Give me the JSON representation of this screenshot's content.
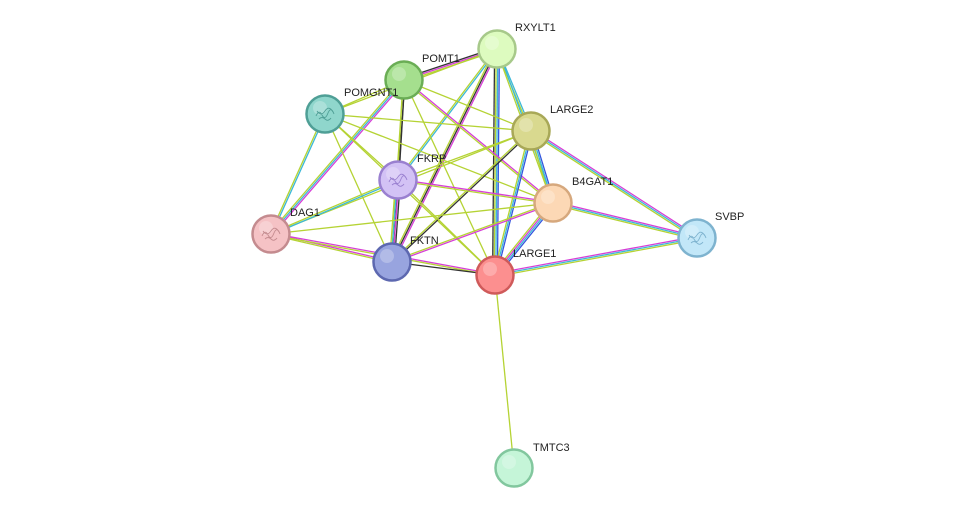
{
  "network": {
    "nodes": [
      {
        "id": "RXYLT1",
        "label": "RXYLT1",
        "fill": "#ddfbbf",
        "stroke": "#a7c98a",
        "icon": "none"
      },
      {
        "id": "POMT1",
        "label": "POMT1",
        "fill": "#a5df8e",
        "stroke": "#6aad55",
        "icon": "none"
      },
      {
        "id": "POMGNT1",
        "label": "POMGNT1",
        "fill": "#8fd6cc",
        "stroke": "#4f9f96",
        "icon": "protein-structure-icon"
      },
      {
        "id": "LARGE2",
        "label": "LARGE2",
        "fill": "#d9d98f",
        "stroke": "#a8a857",
        "icon": "none"
      },
      {
        "id": "FKRP",
        "label": "FKRP",
        "fill": "#d3c2f5",
        "stroke": "#9a80d0",
        "icon": "protein-structure-icon"
      },
      {
        "id": "B4GAT1",
        "label": "B4GAT1",
        "fill": "#fcd8b5",
        "stroke": "#d6a87d",
        "icon": "none"
      },
      {
        "id": "DAG1",
        "label": "DAG1",
        "fill": "#f5c2c5",
        "stroke": "#c48b8f",
        "icon": "protein-structure-icon"
      },
      {
        "id": "FKTN",
        "label": "FKTN",
        "fill": "#98a4df",
        "stroke": "#5d68b0",
        "icon": "none"
      },
      {
        "id": "LARGE1",
        "label": "LARGE1",
        "fill": "#fc8f8f",
        "stroke": "#cf5a5a",
        "icon": "none"
      },
      {
        "id": "SVBP",
        "label": "SVBP",
        "fill": "#c2e7f8",
        "stroke": "#7eb3cf",
        "icon": "protein-structure-icon"
      },
      {
        "id": "TMTC3",
        "label": "TMTC3",
        "fill": "#c5f5d8",
        "stroke": "#82c79e",
        "icon": "none"
      }
    ],
    "edge_colors": {
      "black": "#333333",
      "magenta": "#d63fd6",
      "cyan": "#3cb8d8",
      "yellowgreen": "#b5d334",
      "blue": "#3355dd",
      "purple": "#8a6fd6",
      "red": "#e03030"
    },
    "edges": [
      {
        "source": "POMT1",
        "target": "RXYLT1",
        "colors": [
          "black",
          "magenta",
          "yellowgreen"
        ]
      },
      {
        "source": "RXYLT1",
        "target": "FKRP",
        "colors": [
          "cyan",
          "yellowgreen"
        ]
      },
      {
        "source": "RXYLT1",
        "target": "FKTN",
        "colors": [
          "magenta",
          "black",
          "yellowgreen"
        ]
      },
      {
        "source": "RXYLT1",
        "target": "LARGE1",
        "colors": [
          "blue",
          "cyan",
          "yellowgreen",
          "black"
        ]
      },
      {
        "source": "RXYLT1",
        "target": "LARGE2",
        "colors": [
          "cyan",
          "yellowgreen"
        ]
      },
      {
        "source": "RXYLT1",
        "target": "B4GAT1",
        "colors": [
          "cyan",
          "yellowgreen"
        ]
      },
      {
        "source": "RXYLT1",
        "target": "POMGNT1",
        "colors": [
          "yellowgreen"
        ]
      },
      {
        "source": "POMT1",
        "target": "FKTN",
        "colors": [
          "black",
          "yellowgreen"
        ]
      },
      {
        "source": "POMT1",
        "target": "FKRP",
        "colors": [
          "black",
          "yellowgreen"
        ]
      },
      {
        "source": "POMT1",
        "target": "LARGE1",
        "colors": [
          "yellowgreen"
        ]
      },
      {
        "source": "POMT1",
        "target": "LARGE2",
        "colors": [
          "yellowgreen"
        ]
      },
      {
        "source": "POMT1",
        "target": "B4GAT1",
        "colors": [
          "magenta",
          "yellowgreen"
        ]
      },
      {
        "source": "POMT1",
        "target": "POMGNT1",
        "colors": [
          "yellowgreen"
        ]
      },
      {
        "source": "POMT1",
        "target": "DAG1",
        "colors": [
          "magenta",
          "cyan",
          "yellowgreen"
        ]
      },
      {
        "source": "POMGNT1",
        "target": "FKRP",
        "colors": [
          "yellowgreen"
        ]
      },
      {
        "source": "POMGNT1",
        "target": "FKTN",
        "colors": [
          "yellowgreen"
        ]
      },
      {
        "source": "POMGNT1",
        "target": "LARGE1",
        "colors": [
          "yellowgreen"
        ]
      },
      {
        "source": "POMGNT1",
        "target": "LARGE2",
        "colors": [
          "yellowgreen"
        ]
      },
      {
        "source": "POMGNT1",
        "target": "B4GAT1",
        "colors": [
          "yellowgreen"
        ]
      },
      {
        "source": "POMGNT1",
        "target": "DAG1",
        "colors": [
          "cyan",
          "yellowgreen"
        ]
      },
      {
        "source": "LARGE2",
        "target": "FKRP",
        "colors": [
          "yellowgreen"
        ]
      },
      {
        "source": "LARGE2",
        "target": "FKTN",
        "colors": [
          "black",
          "yellowgreen"
        ]
      },
      {
        "source": "LARGE2",
        "target": "LARGE1",
        "colors": [
          "blue",
          "cyan",
          "yellowgreen"
        ]
      },
      {
        "source": "LARGE2",
        "target": "B4GAT1",
        "colors": [
          "blue",
          "cyan",
          "yellowgreen"
        ]
      },
      {
        "source": "LARGE2",
        "target": "SVBP",
        "colors": [
          "magenta",
          "cyan",
          "yellowgreen"
        ]
      },
      {
        "source": "LARGE2",
        "target": "DAG1",
        "colors": [
          "yellowgreen"
        ]
      },
      {
        "source": "FKRP",
        "target": "FKTN",
        "colors": [
          "black",
          "magenta",
          "cyan",
          "yellowgreen"
        ]
      },
      {
        "source": "FKRP",
        "target": "LARGE1",
        "colors": [
          "yellowgreen"
        ]
      },
      {
        "source": "FKRP",
        "target": "B4GAT1",
        "colors": [
          "magenta",
          "yellowgreen"
        ]
      },
      {
        "source": "FKRP",
        "target": "DAG1",
        "colors": [
          "cyan",
          "yellowgreen"
        ]
      },
      {
        "source": "B4GAT1",
        "target": "LARGE1",
        "colors": [
          "blue",
          "cyan",
          "magenta",
          "yellowgreen"
        ]
      },
      {
        "source": "B4GAT1",
        "target": "SVBP",
        "colors": [
          "magenta",
          "cyan",
          "yellowgreen"
        ]
      },
      {
        "source": "B4GAT1",
        "target": "FKTN",
        "colors": [
          "magenta",
          "yellowgreen"
        ]
      },
      {
        "source": "B4GAT1",
        "target": "DAG1",
        "colors": [
          "yellowgreen"
        ]
      },
      {
        "source": "DAG1",
        "target": "FKTN",
        "colors": [
          "magenta",
          "yellowgreen"
        ]
      },
      {
        "source": "DAG1",
        "target": "LARGE1",
        "colors": [
          "magenta",
          "yellowgreen"
        ]
      },
      {
        "source": "FKTN",
        "target": "LARGE1",
        "colors": [
          "black"
        ]
      },
      {
        "source": "LARGE1",
        "target": "SVBP",
        "colors": [
          "magenta",
          "cyan",
          "yellowgreen"
        ]
      },
      {
        "source": "LARGE1",
        "target": "TMTC3",
        "colors": [
          "yellowgreen"
        ]
      }
    ]
  }
}
